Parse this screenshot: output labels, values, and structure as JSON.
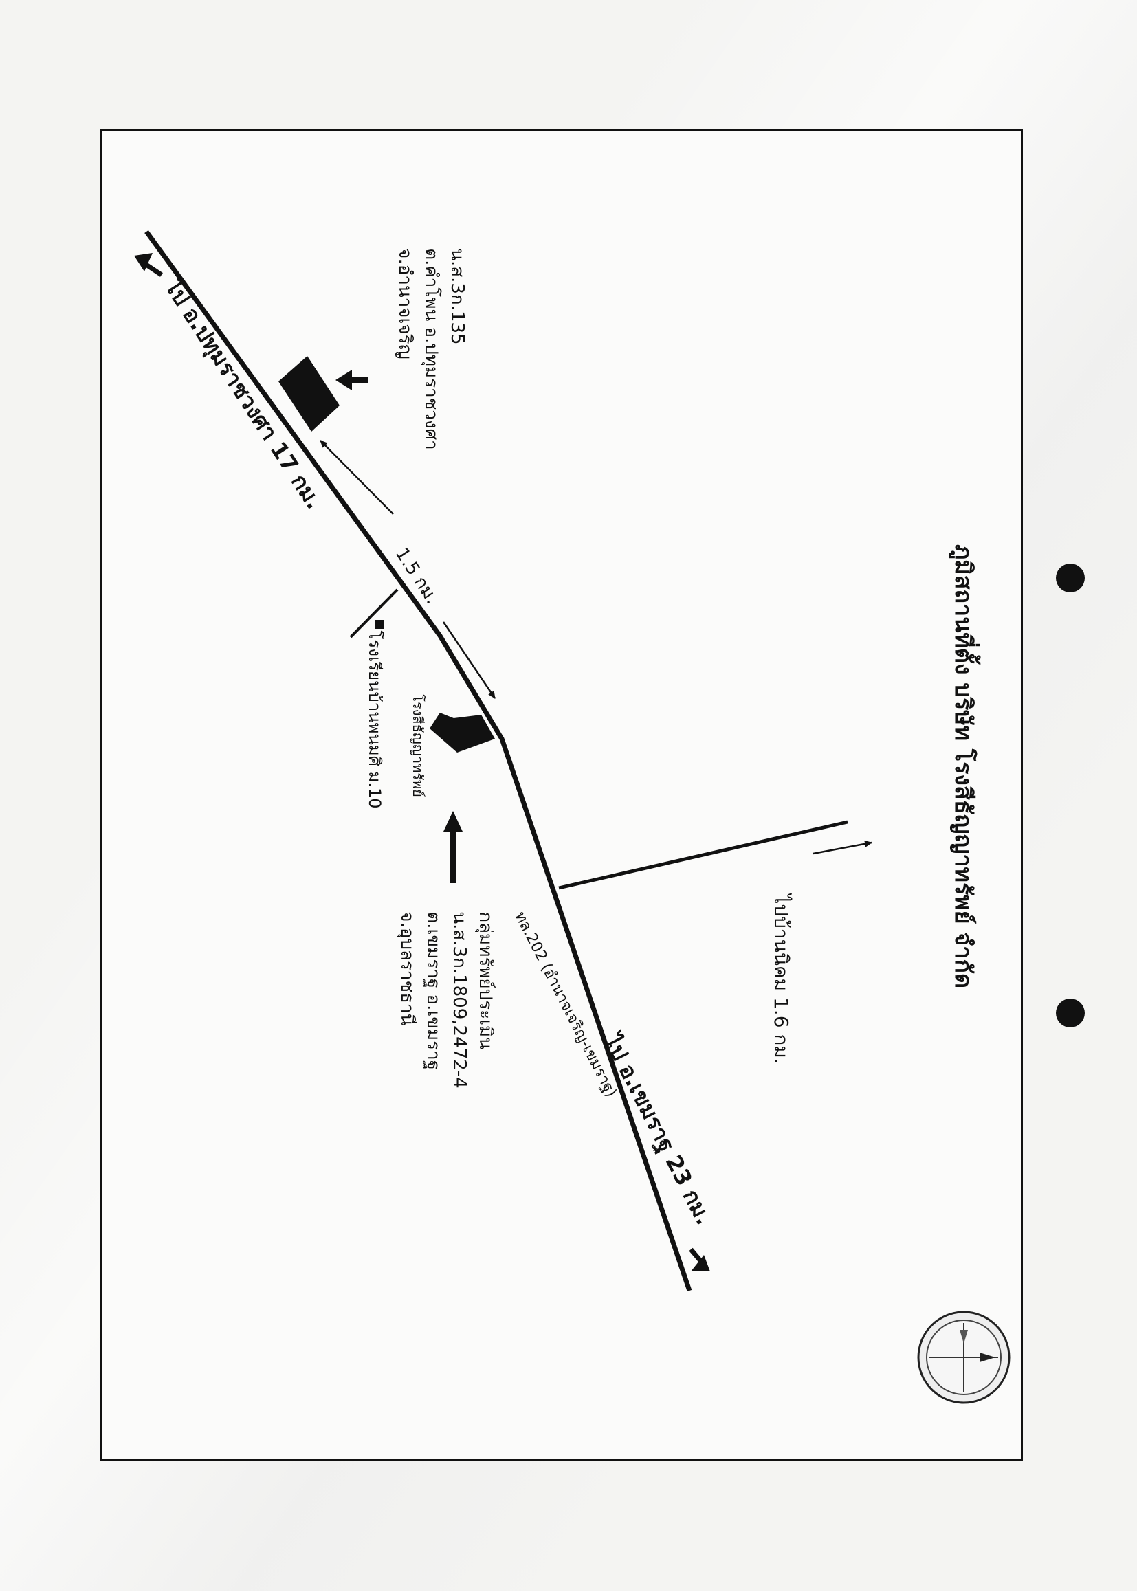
{
  "title": "ภูมิสถานที่ตั้ง บริษัท โรงสีธัญญาทรัพย์ จำกัด",
  "roads": {
    "to_pathum": "ไป อ.ปทุมราชวงศา 17 กม.",
    "to_khemarat": "ไป อ.เขมราฐ 23 กม.",
    "highway": "ทล.202 (อำนาจเจริญ-เขมราฐ)",
    "to_village": "ไปบ้านนิคม 1.6 กม."
  },
  "distance_label": "1.5 กม.",
  "property_135": [
    "น.ส.3ก.135",
    "ต.คำโพน อ.ปทุมราชวงศา",
    "จ.อำนาจเจริญ"
  ],
  "property_main": [
    "กลุ่มทรัพย์ประเมิน",
    "น.ส.3ก.1809,2472-4",
    "ต.เขมราฐ อ.เขมราฐ",
    "จ.อุบลราชธานี"
  ],
  "mill_label": "โรงสีธัญญาทรัพย์",
  "school_label": "โรงเรียนบ้านพนมศิ ม.10",
  "compass": "compass-icon"
}
